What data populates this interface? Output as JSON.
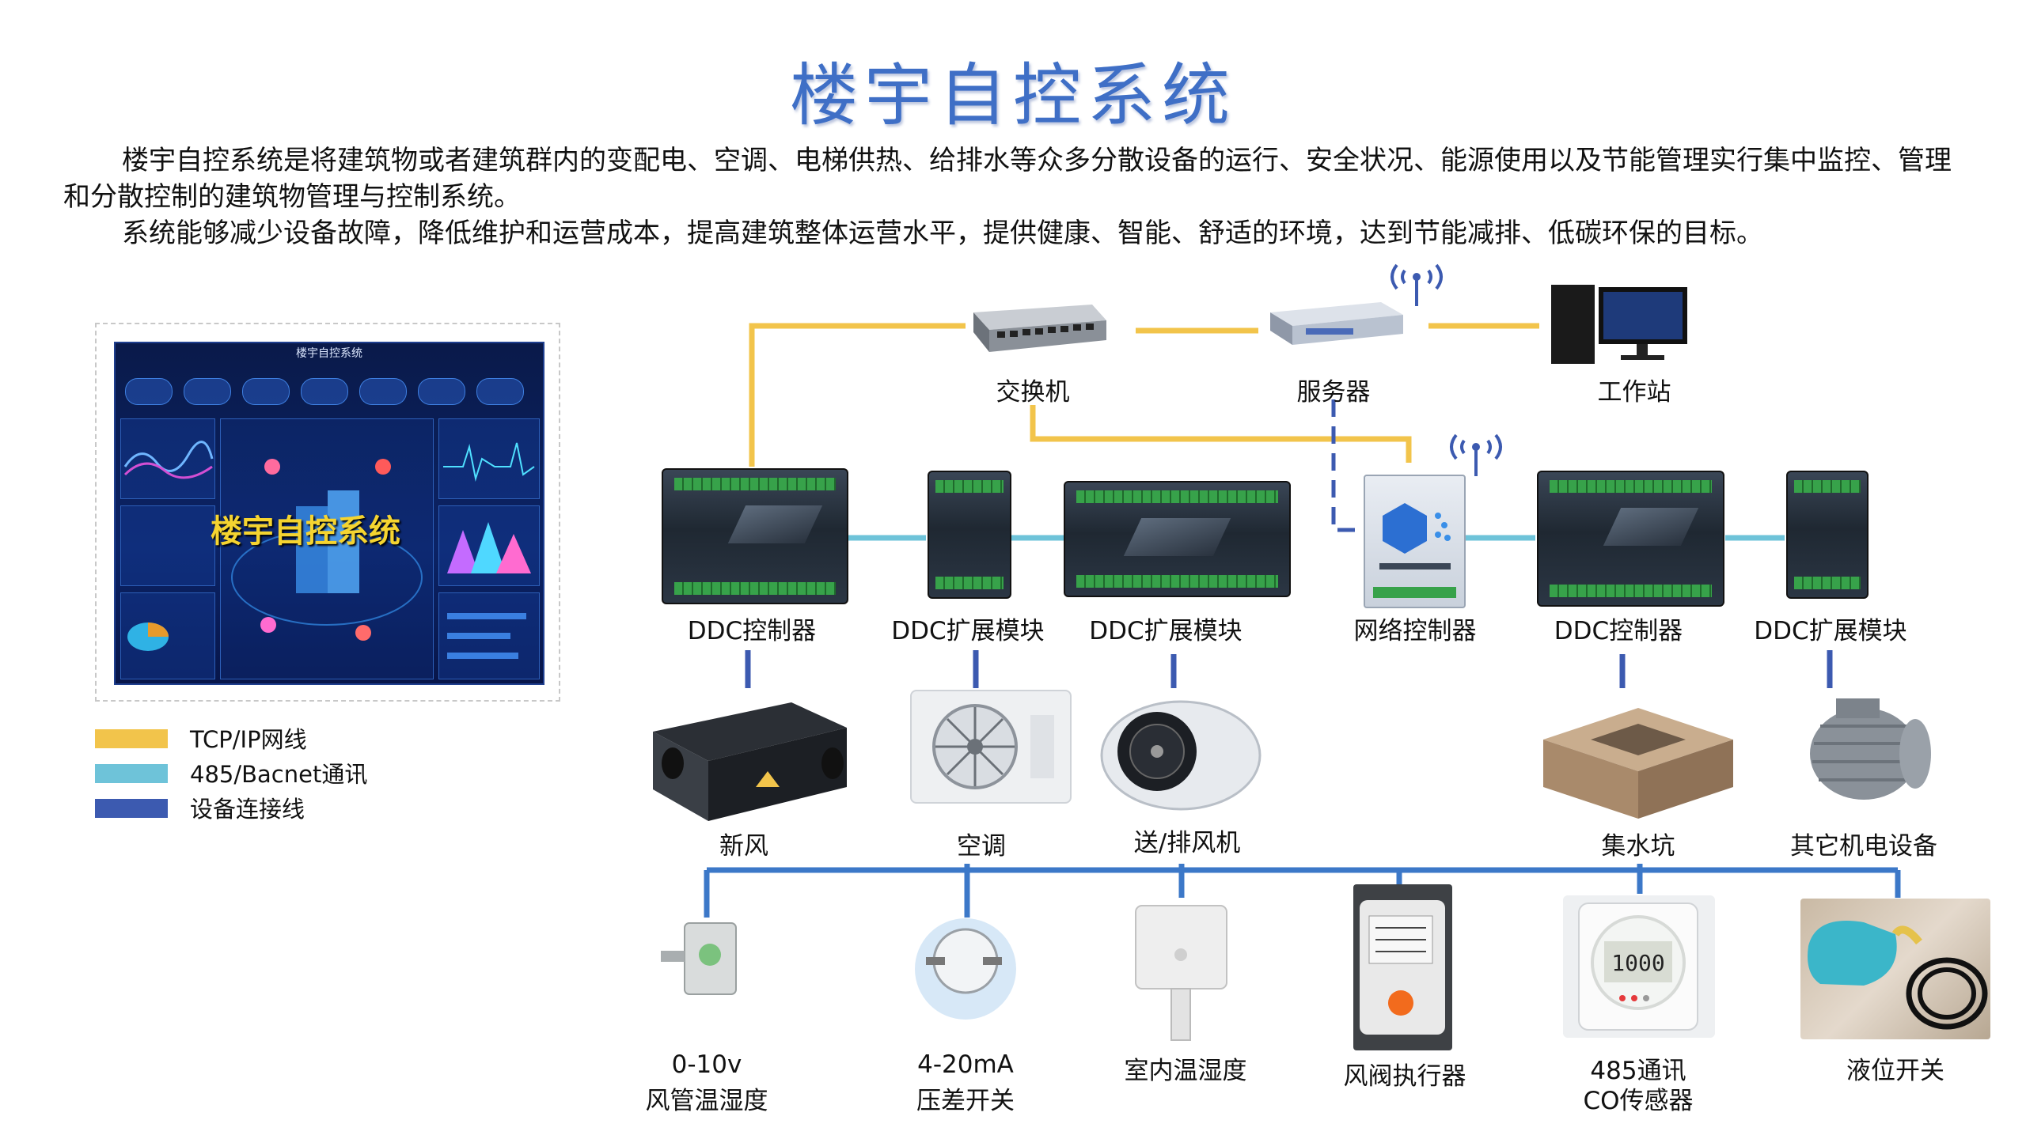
{
  "title": "楼宇自控系统",
  "intro": {
    "p1": "楼宇自控系统是将建筑物或者建筑群内的变配电、空调、电梯供热、给排水等众多分散设备的运行、安全状况、能源使用以及节能管理实行集中监控、管理和分散控制的建筑物管理与控制系统。",
    "p2": "系统能够减少设备故障，降低维护和运营成本，提高建筑整体运营水平，提供健康、智能、舒适的环境，达到节能减排、低碳环保的目标。"
  },
  "screen": {
    "header": "楼宇自控系统",
    "logo_text": "楼宇自控系统"
  },
  "legend": [
    {
      "label": "TCP/IP网线",
      "color": "#f2c44b"
    },
    {
      "label": "485/Bacnet通讯",
      "color": "#6ec3d9"
    },
    {
      "label": "设备连接线",
      "color": "#3c5ab0"
    }
  ],
  "network": {
    "switch": "交换机",
    "server": "服务器",
    "workstation": "工作站"
  },
  "controllers": {
    "ddc1": "DDC控制器",
    "ext1": "DDC扩展模块",
    "ext2": "DDC扩展模块",
    "netctl": "网络控制器",
    "ddc2": "DDC控制器",
    "ext3": "DDC扩展模块"
  },
  "equipment": {
    "fresh_air": "新风",
    "ac": "空调",
    "fan": "送/排风机",
    "sump": "集水坑",
    "other": "其它机电设备"
  },
  "sensors": {
    "duct_line1": "0-10v",
    "duct_line2": "风管温湿度",
    "dp_line1": "4-20mA",
    "dp_line2": "压差开关",
    "room": "室内温湿度",
    "damper": "风阀执行器",
    "co_line1": "485通讯",
    "co_line2": "CO传感器",
    "co_display": "1000",
    "level": "液位开关"
  }
}
